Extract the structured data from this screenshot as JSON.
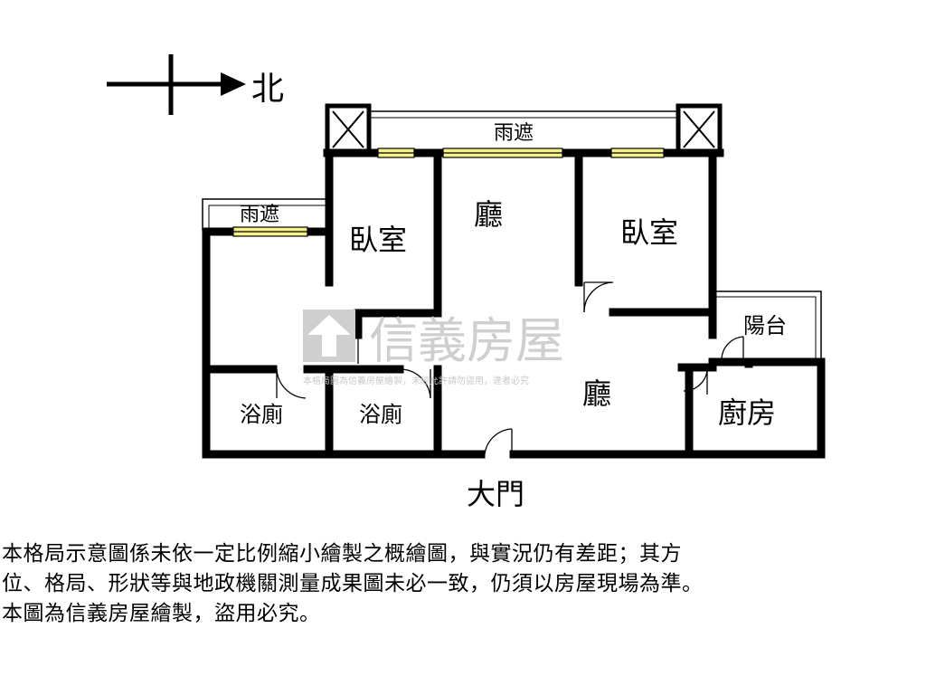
{
  "compass": {
    "north_label": "北"
  },
  "rooms": {
    "canopy_top": "雨遮",
    "canopy_left": "雨遮",
    "bedroom_1": "臥室",
    "living_1": "廳",
    "bedroom_2": "臥室",
    "balcony": "陽台",
    "living_2": "廳",
    "bath_1": "浴廁",
    "bath_2": "浴廁",
    "kitchen": "廚房",
    "main_door": "大門"
  },
  "watermark": {
    "brand": "信義房屋",
    "notice": "本格局圖為信義房屋繪製，未經允許請勿盜用，違者必究"
  },
  "disclaimer": {
    "line_1": "本格局示意圖係未依一定比例縮小繪製之概繪圖，與實況仍有差距；其方",
    "line_2": "位、格局、形狀等與地政機關測量成果圖未必一致，仍須以房屋現場為準。",
    "line_3": "本圖為信義房屋繪製，盜用必究。"
  },
  "colors": {
    "wall": "#000000",
    "window": "#f5f08a",
    "watermark": "#cfcfcf"
  }
}
